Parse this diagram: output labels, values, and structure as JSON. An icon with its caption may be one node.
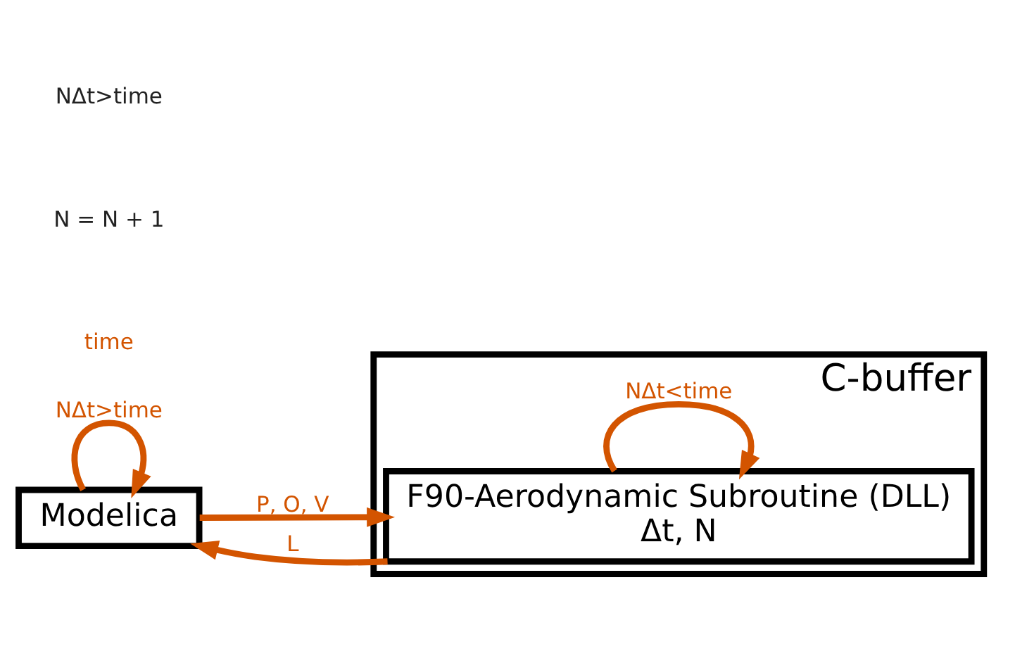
{
  "diagram": {
    "nodes": [
      {
        "text": [
          "Modelica"
        ]
      },
      {
        "text": [
          "C-buffer"
        ]
      },
      {
        "text": [
          "F90-Aerodynamic Subroutine (DLL)",
          "Δt, N"
        ],
        "in": 1
      }
    ],
    "edges": [
      {
        "from": 0,
        "to": 2,
        "arrow": "to",
        "label": "P, O, V"
      },
      {
        "from": 0,
        "to": 0,
        "arrow": "to",
        "label": "NΔt>time"
      },
      {
        "from": 2,
        "to": 2,
        "arrow": "to",
        "label": "NΔt<time"
      },
      {
        "from": 2,
        "to": 0,
        "arrow": "to",
        "label": "L"
      }
    ],
    "labels": [
      "time",
      "N = N + 1",
      "NΔt>time"
    ]
  }
}
